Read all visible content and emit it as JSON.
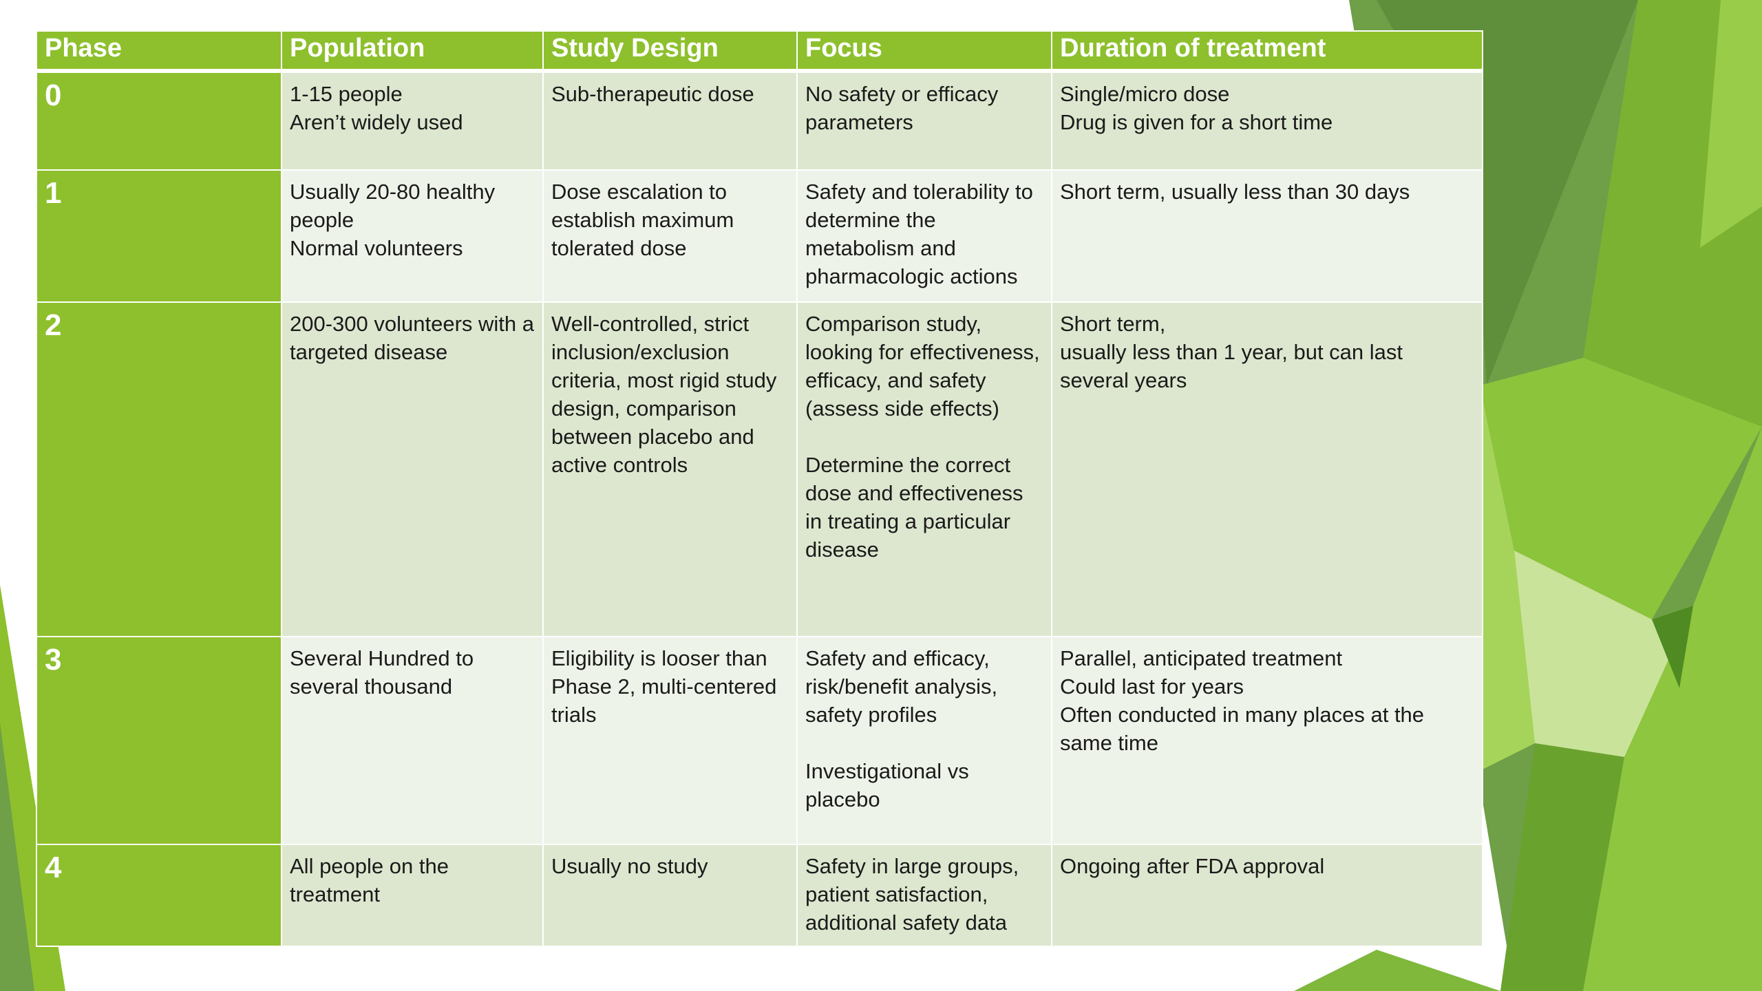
{
  "table": {
    "headers": [
      "Phase",
      "Population",
      "Study Design",
      "Focus",
      "Duration of treatment"
    ],
    "rows": [
      {
        "phase": "0",
        "population": "1-15 people\nAren’t widely used",
        "design": "Sub-therapeutic dose",
        "focus": "No safety or efficacy parameters",
        "duration": "Single/micro dose\nDrug is given for a short time"
      },
      {
        "phase": "1",
        "population": "Usually 20-80 healthy people\nNormal volunteers",
        "design": "Dose escalation to establish maximum tolerated dose",
        "focus": "Safety and tolerability to determine the metabolism and pharmacologic actions",
        "duration": "Short term, usually less than 30 days"
      },
      {
        "phase": "2",
        "population": "200-300 volunteers with a targeted disease",
        "design": "Well-controlled, strict inclusion/exclusion criteria, most rigid study design, comparison between placebo and active controls",
        "focus": "Comparison study, looking for effectiveness, efficacy, and safety (assess side effects)\n\nDetermine the correct dose and effectiveness in treating a particular disease",
        "duration": "Short term,\nusually less than 1 year, but can last several years"
      },
      {
        "phase": "3",
        "population": "Several Hundred to several thousand",
        "design": "Eligibility is looser than Phase 2, multi-centered trials",
        "focus": "Safety and efficacy, risk/benefit analysis, safety profiles\n\nInvestigational vs placebo",
        "duration": "Parallel, anticipated treatment\nCould last for years\nOften conducted in many places at the same time"
      },
      {
        "phase": "4",
        "population": "All people on the treatment",
        "design": "Usually no study",
        "focus": "Safety in large groups, patient satisfaction, additional safety data",
        "duration": "Ongoing after FDA approval"
      }
    ]
  },
  "colors": {
    "header_green": "#8dc02c",
    "row_light_a": "#dde7cf",
    "row_light_b": "#eef3e9",
    "theme_dark_green": "#5e9a2a",
    "theme_light_green": "#c5e08f"
  }
}
